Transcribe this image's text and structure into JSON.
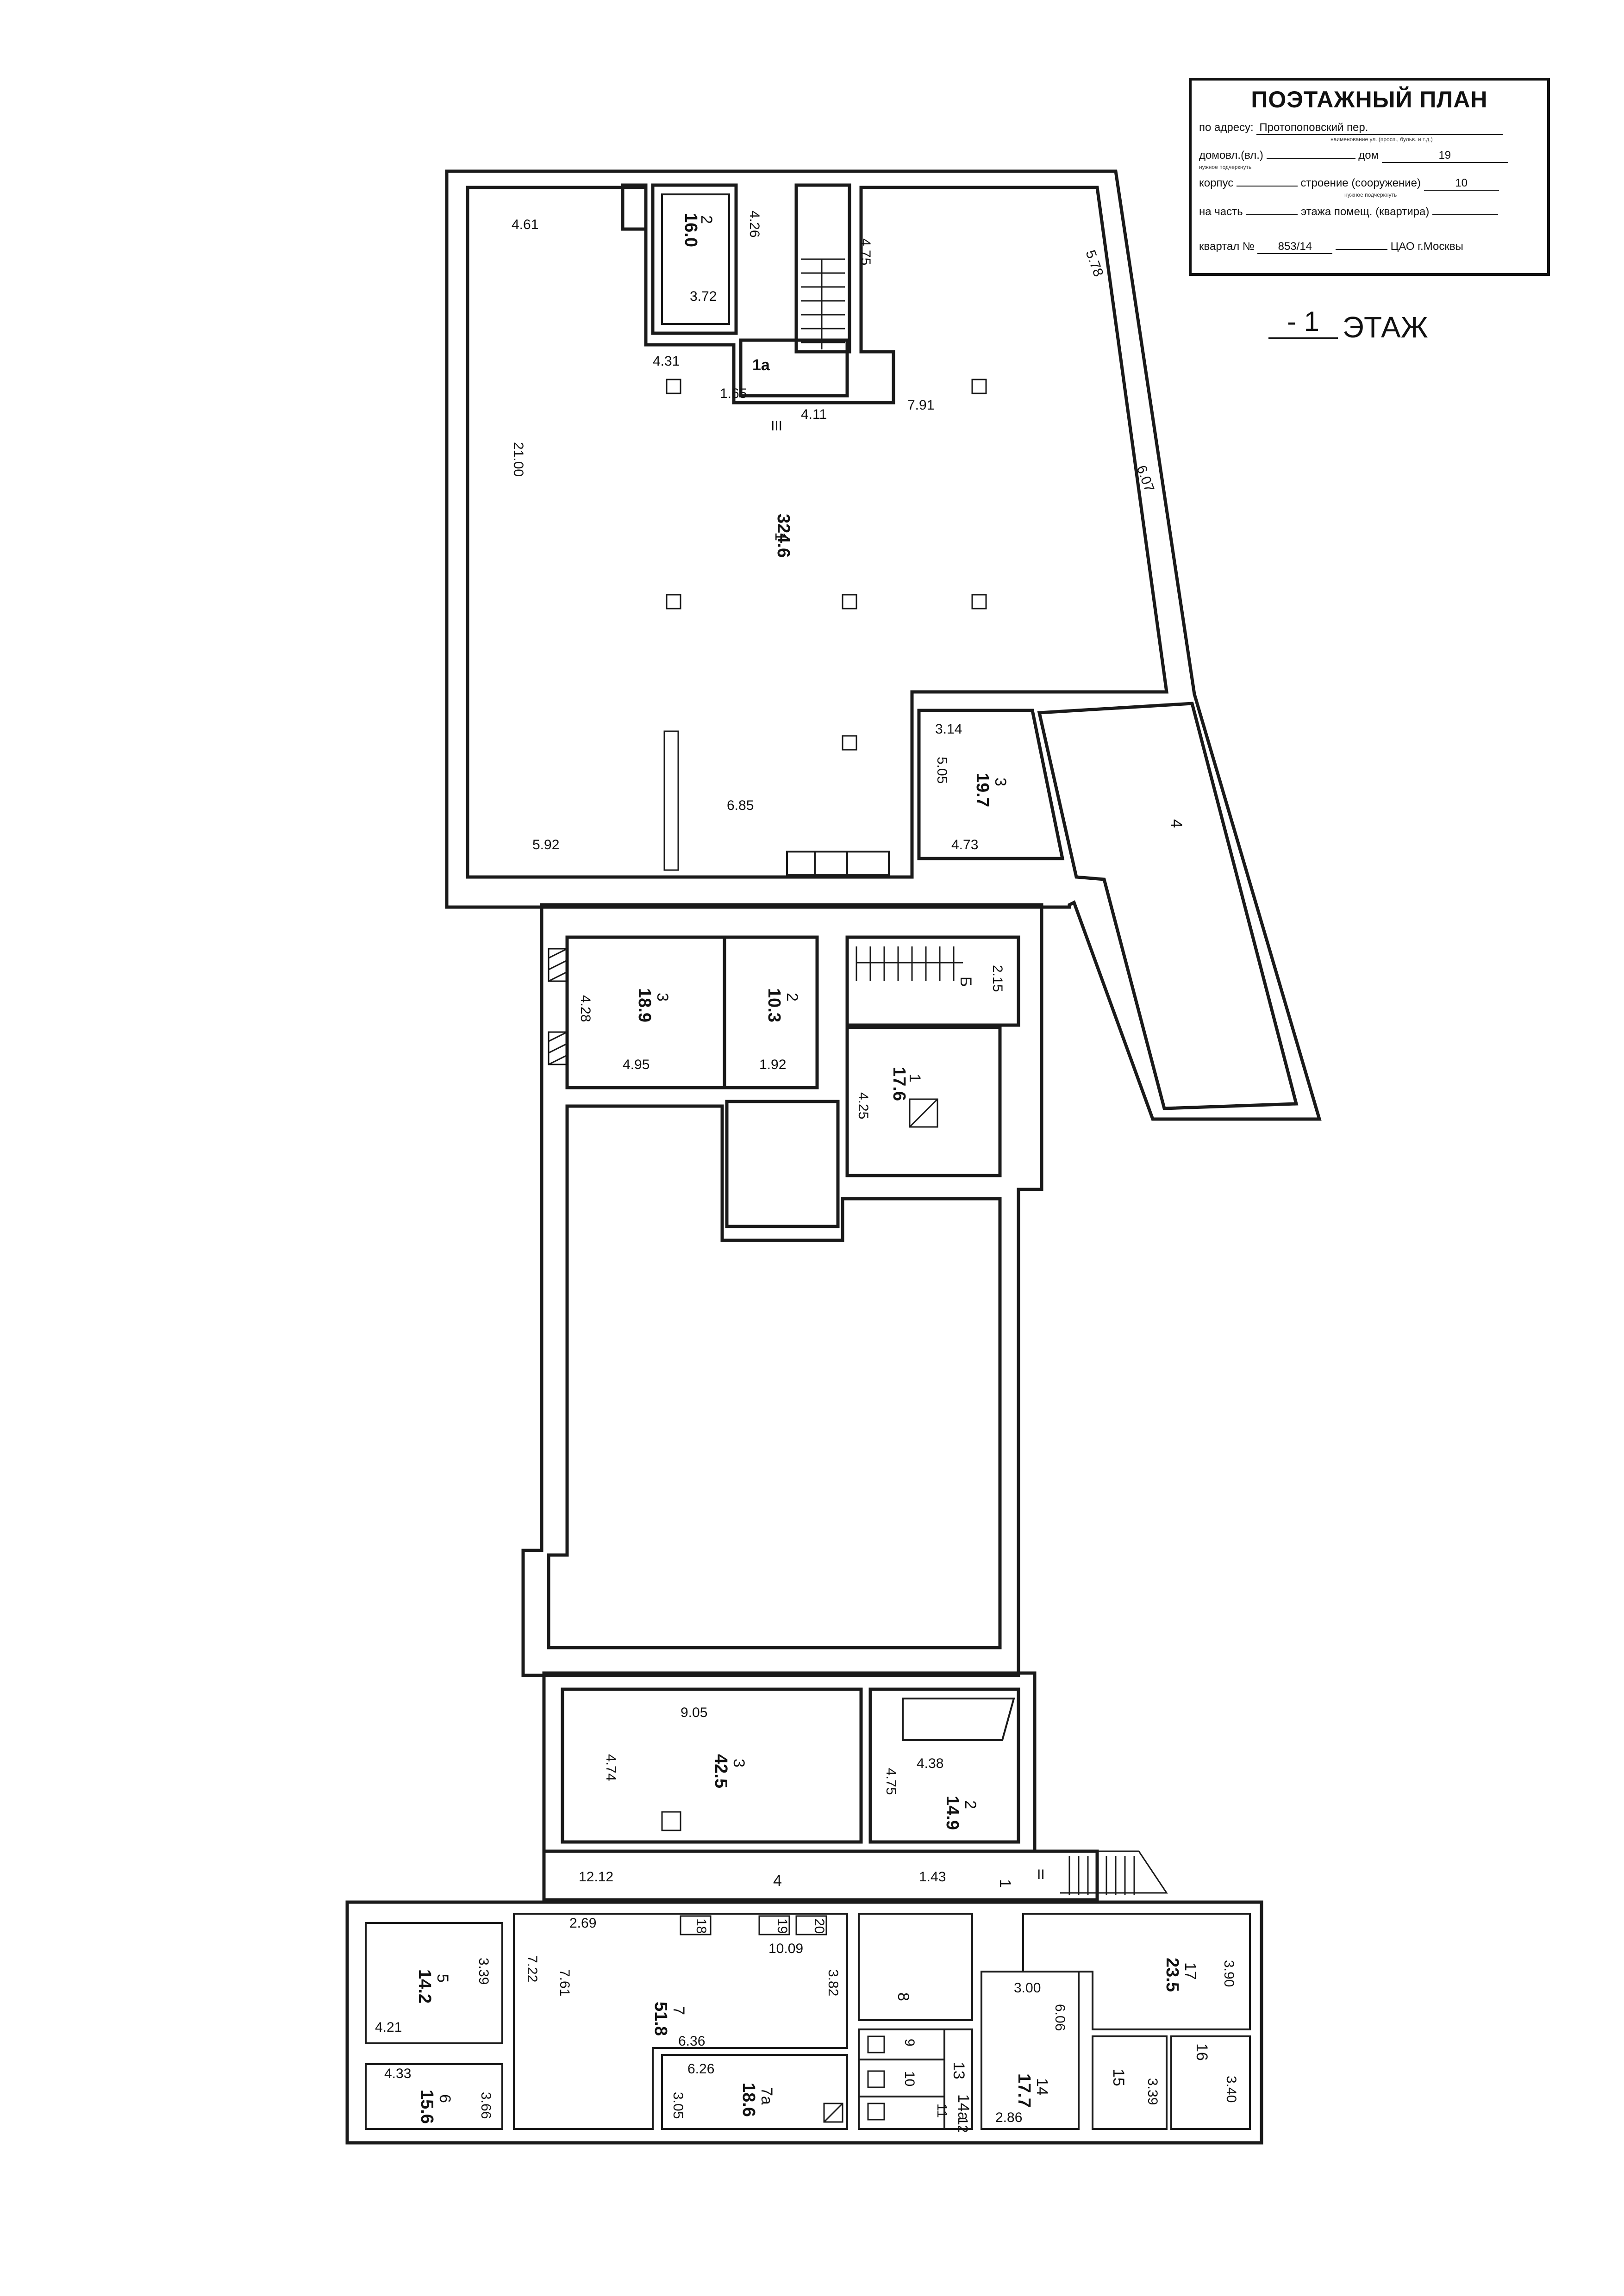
{
  "stamp": {
    "title": "ПОЭТАЖНЫЙ ПЛАН",
    "address_label": "по адресу:",
    "address_value": "Протопоповский пер.",
    "address_hint": "наименование ул. (просп., бульв. и т.д.)",
    "house_label": "домовл.(вл.)",
    "house_hint": "нужное подчеркнуть",
    "dom_label": "дом",
    "dom_value": "19",
    "korpus_label": "корпус",
    "stroenie_label": "строение (сооружение)",
    "stroenie_value": "10",
    "stroenie_hint": "нужное подчеркнуть",
    "part_label": "на часть",
    "floor_room_label": "этажа помещ. (квартира)",
    "kvartal_label": "квартал №",
    "kvartal_value": "853/14",
    "district": "ЦАО г.Москвы"
  },
  "floor": {
    "number": "- 1",
    "word": "ЭТАЖ"
  },
  "rooms": {
    "r1_top": {
      "num": "1",
      "area": "324.6"
    },
    "r2_top": {
      "num": "2",
      "area": "16.0"
    },
    "r1a_top": {
      "num": "1а"
    },
    "r3_top": {
      "num": "3",
      "area": "19.7"
    },
    "r4_top": {
      "num": "4"
    },
    "r3_mid": {
      "num": "3",
      "area": "18.9"
    },
    "r2_mid": {
      "num": "2",
      "area": "10.3"
    },
    "r1_mid": {
      "num": "1",
      "area": "17.6"
    },
    "rB_mid": {
      "num": "Б"
    },
    "r3_low": {
      "num": "3",
      "area": "42.5"
    },
    "r2_low": {
      "num": "2",
      "area": "14.9"
    },
    "r4_low": {
      "num": "4"
    },
    "r1_low": {
      "num": "1"
    },
    "r5_bot": {
      "num": "5",
      "area": "14.2"
    },
    "r6_bot": {
      "num": "6",
      "area": "15.6"
    },
    "r7_bot": {
      "num": "7",
      "area": "51.8"
    },
    "r7a_bot": {
      "num": "7а",
      "area": "18.6"
    },
    "r8_bot": {
      "num": "8"
    },
    "r9_bot": {
      "num": "9"
    },
    "r10_bot": {
      "num": "10"
    },
    "r11_bot": {
      "num": "11"
    },
    "r12_bot": {
      "num": "12"
    },
    "r13_bot": {
      "num": "13"
    },
    "r14_bot": {
      "num": "14",
      "area": "17.7"
    },
    "r14a_bot": {
      "num": "14а"
    },
    "r15_bot": {
      "num": "15"
    },
    "r16_bot": {
      "num": "16"
    },
    "r17_bot": {
      "num": "17",
      "area": "23.5"
    },
    "r18_bot": {
      "num": "18"
    },
    "r19_bot": {
      "num": "19"
    },
    "r20_bot": {
      "num": "20"
    }
  },
  "dims": {
    "d_461": "4.61",
    "d_426": "4.26",
    "d_475a": "4.75",
    "d_578": "5.78",
    "d_372": "3.72",
    "d_431": "4.31",
    "d_165": "1.65",
    "d_411": "4.11",
    "d_791": "7.91",
    "d_607": "6.07",
    "d_2100": "21.00",
    "d_314": "3.14",
    "d_505": "5.05",
    "d_473": "4.73",
    "d_685": "6.85",
    "d_592": "5.92",
    "d_215": "2.15",
    "d_428": "4.28",
    "d_495": "4.95",
    "d_192": "1.92",
    "d_425": "4.25",
    "d_905": "9.05",
    "d_474": "4.74",
    "d_438": "4.38",
    "d_475b": "4.75",
    "d_1212": "12.12",
    "d_143": "1.43",
    "d_269": "2.69",
    "d_722": "7.22",
    "d_761": "7.61",
    "d_1009": "10.09",
    "d_382": "3.82",
    "d_339a": "3.39",
    "d_421": "4.21",
    "d_300": "3.00",
    "d_606": "6.06",
    "d_390": "3.90",
    "d_636": "6.36",
    "d_626": "6.26",
    "d_433": "4.33",
    "d_366": "3.66",
    "d_305": "3.05",
    "d_286": "2.86",
    "d_339b": "3.39",
    "d_340": "3.40",
    "stair_top": "III",
    "stair_low": "II"
  }
}
